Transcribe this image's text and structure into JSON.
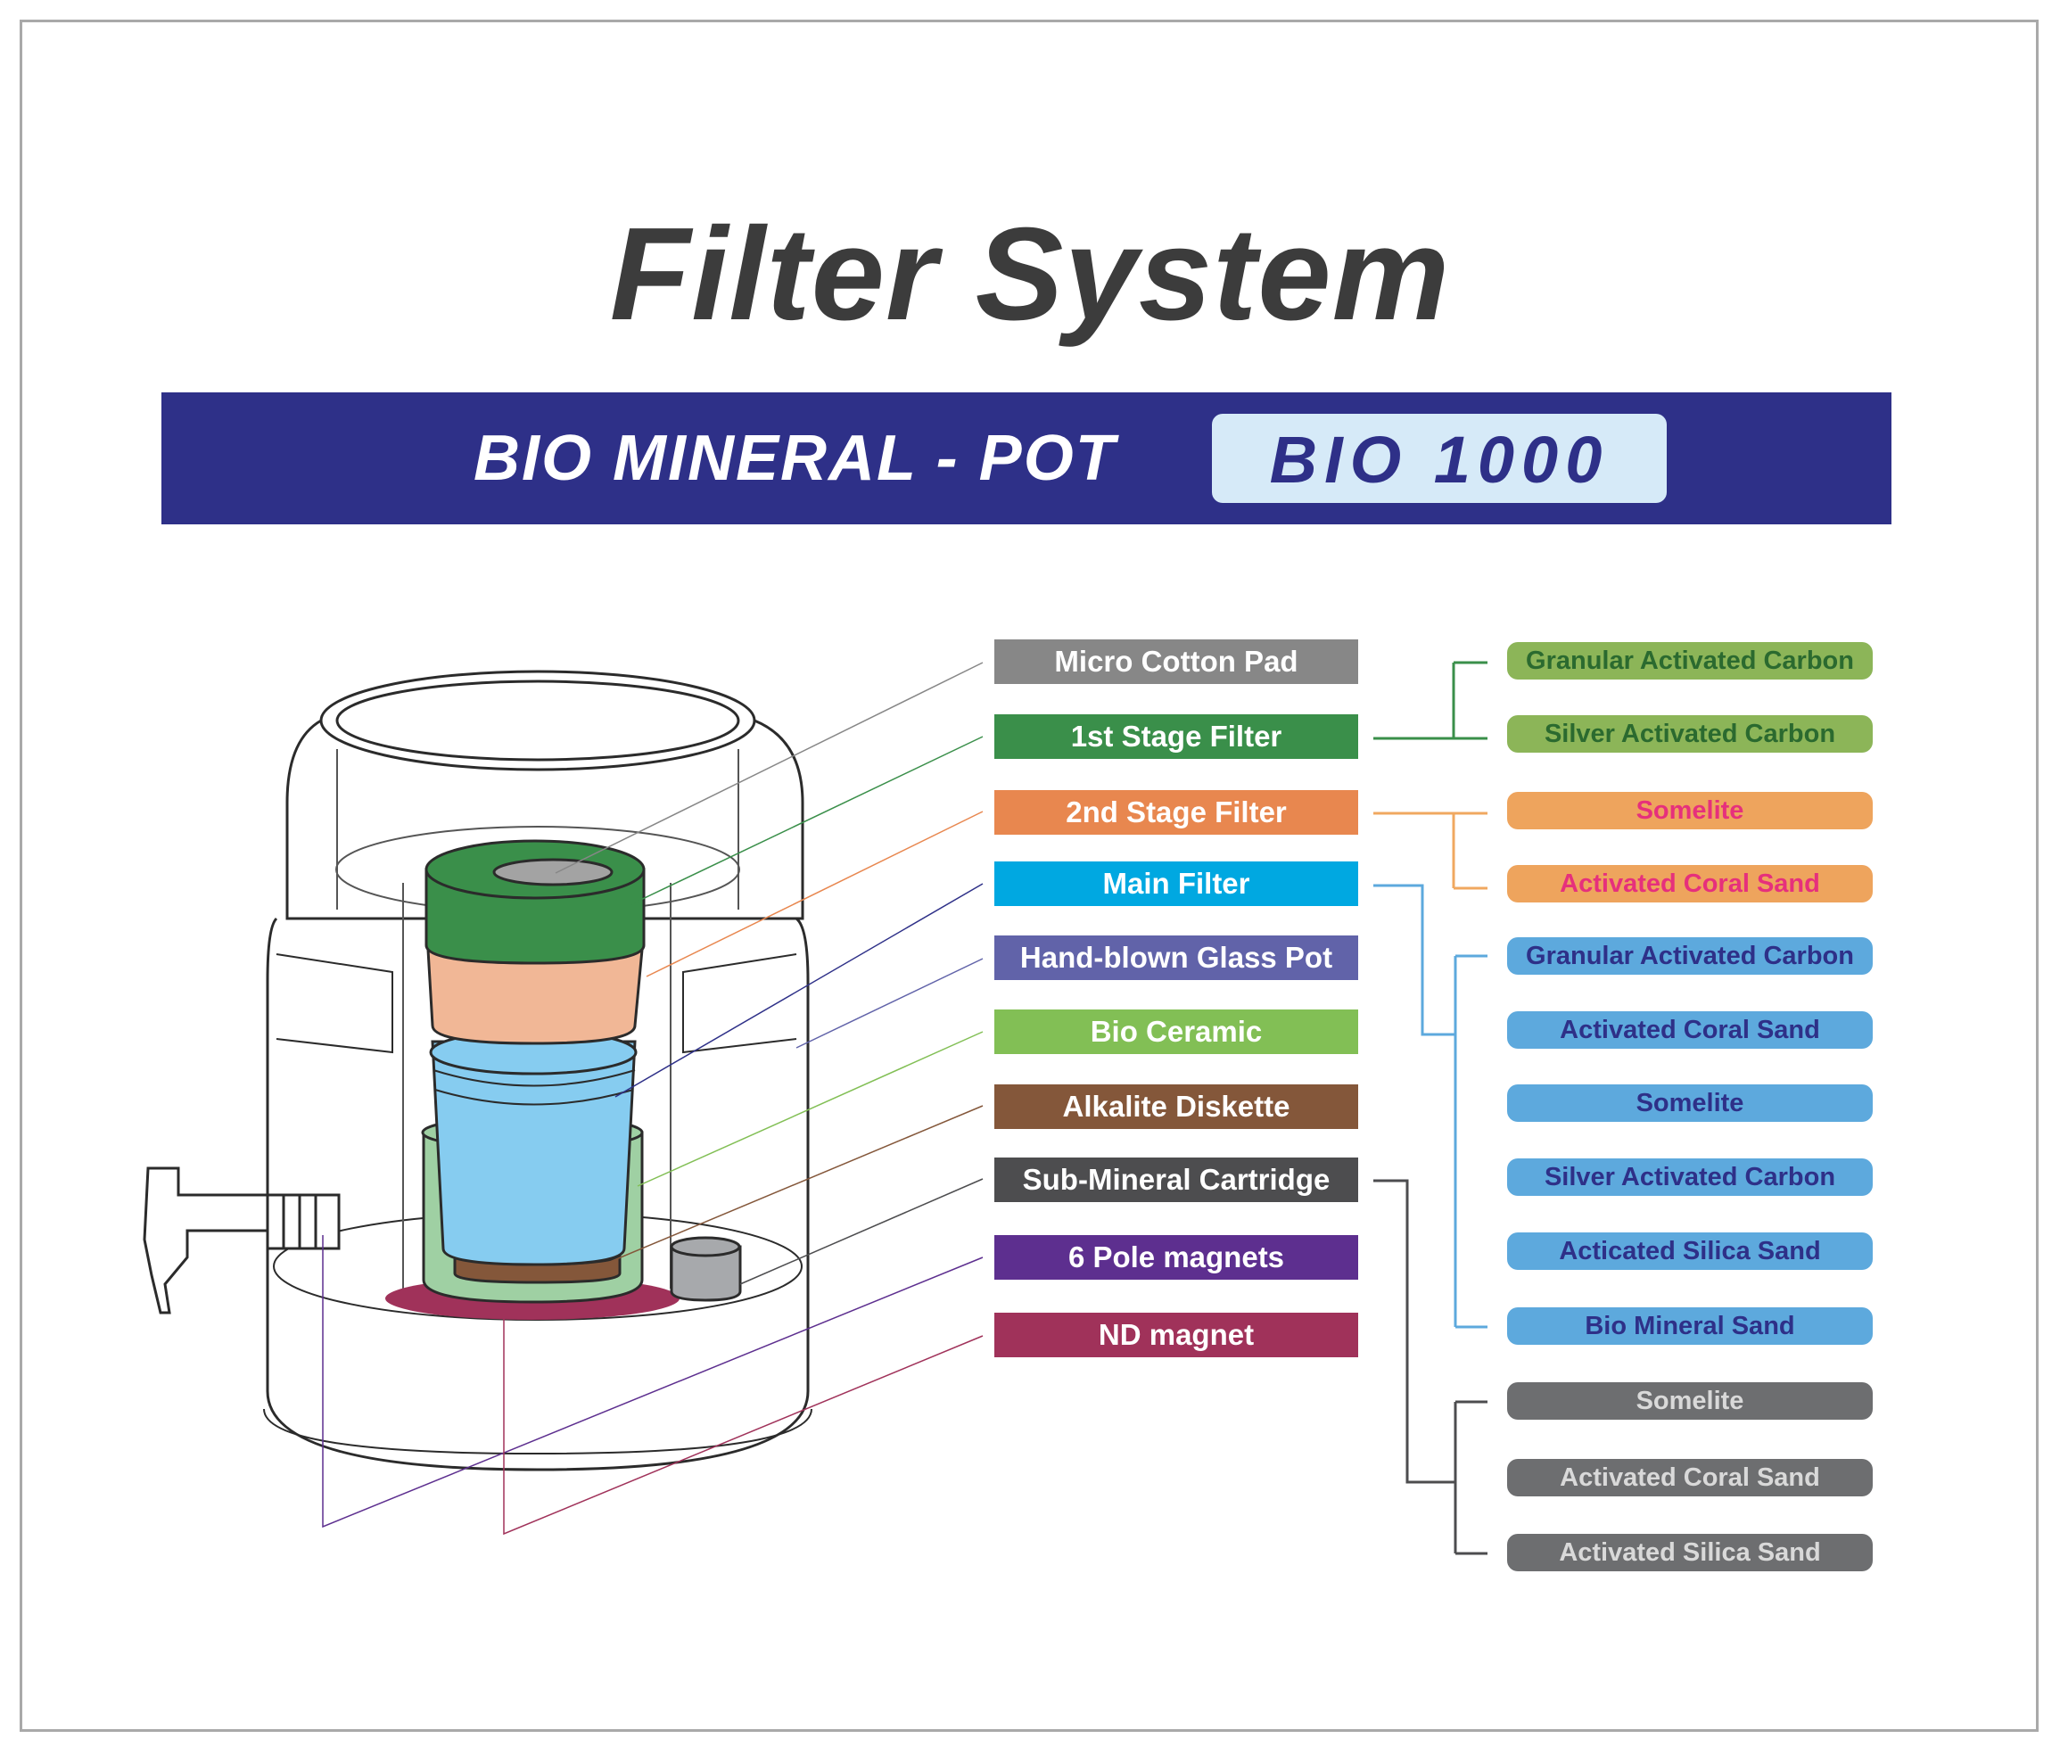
{
  "title": "Filter System",
  "banner": {
    "product": "BIO MINERAL - POT",
    "model": "BIO 1000"
  },
  "colors": {
    "banner_bg": "#2e3088",
    "model_bg": "#d6eaf8",
    "title_text": "#3c3c3c"
  },
  "components": [
    {
      "label": "Micro Cotton Pad",
      "color": "#878787"
    },
    {
      "label": "1st Stage Filter",
      "color": "#3a8f4a"
    },
    {
      "label": "2nd Stage Filter",
      "color": "#e8874f"
    },
    {
      "label": "Main Filter",
      "color": "#00a8e1"
    },
    {
      "label": "Hand-blown Glass Pot",
      "color": "#6163a9"
    },
    {
      "label": "Bio Ceramic",
      "color": "#82bf55"
    },
    {
      "label": "Alkalite Diskette",
      "color": "#84573a"
    },
    {
      "label": "Sub-Mineral Cartridge",
      "color": "#4d4d4f"
    },
    {
      "label": "6 Pole magnets",
      "color": "#5d2f8f"
    },
    {
      "label": "ND magnet",
      "color": "#a0325a"
    }
  ],
  "media": [
    {
      "label": "Granular Activated Carbon",
      "bg": "#8cb558",
      "text": "#2b6a2f"
    },
    {
      "label": "Silver Activated Carbon",
      "bg": "#8cb558",
      "text": "#2b6a2f"
    },
    {
      "label": "Somelite",
      "bg": "#eea45d",
      "text": "#e6307c"
    },
    {
      "label": "Activated Coral Sand",
      "bg": "#eea45d",
      "text": "#e6307c"
    },
    {
      "label": "Granular Activated Carbon",
      "bg": "#5da9dd",
      "text": "#2e3088"
    },
    {
      "label": "Activated Coral Sand",
      "bg": "#5da9dd",
      "text": "#2e3088"
    },
    {
      "label": "Somelite",
      "bg": "#5da9dd",
      "text": "#2e3088"
    },
    {
      "label": "Silver Activated Carbon",
      "bg": "#5da9dd",
      "text": "#2e3088"
    },
    {
      "label": "Acticated Silica Sand",
      "bg": "#5da9dd",
      "text": "#2e3088"
    },
    {
      "label": "Bio Mineral Sand",
      "bg": "#5da9dd",
      "text": "#2e3088"
    },
    {
      "label": "Somelite",
      "bg": "#6d6e70",
      "text": "#d9d9d9"
    },
    {
      "label": "Activated Coral Sand",
      "bg": "#6d6e70",
      "text": "#d9d9d9"
    },
    {
      "label": "Activated Silica Sand",
      "bg": "#6d6e70",
      "text": "#d9d9d9"
    }
  ]
}
